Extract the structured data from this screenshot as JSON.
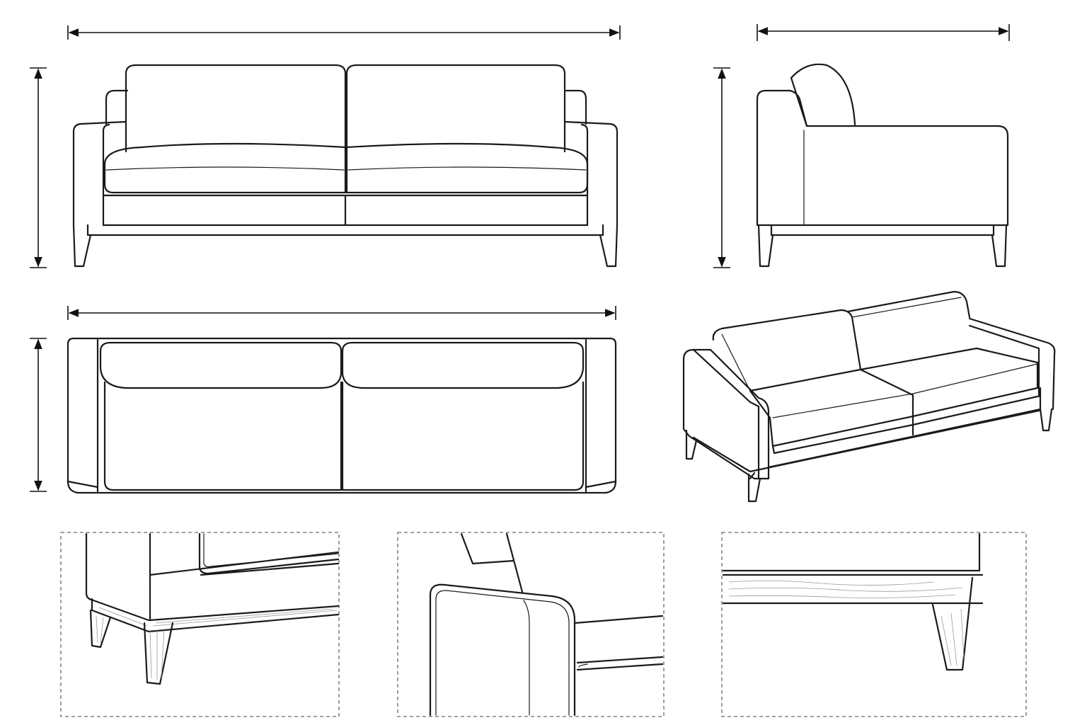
{
  "drawing": {
    "subject": "sofa",
    "views": [
      "front-view",
      "side-view",
      "top-view",
      "perspective-view"
    ],
    "detail_insets": [
      "detail-front-leg-corner",
      "detail-armrest-corner",
      "detail-side-leg-rail"
    ],
    "dimension_lines": [
      "overall-width",
      "overall-height",
      "overall-depth",
      "top-width",
      "top-depth"
    ],
    "line_color": "#1a1a1a",
    "background_color": "#ffffff"
  }
}
